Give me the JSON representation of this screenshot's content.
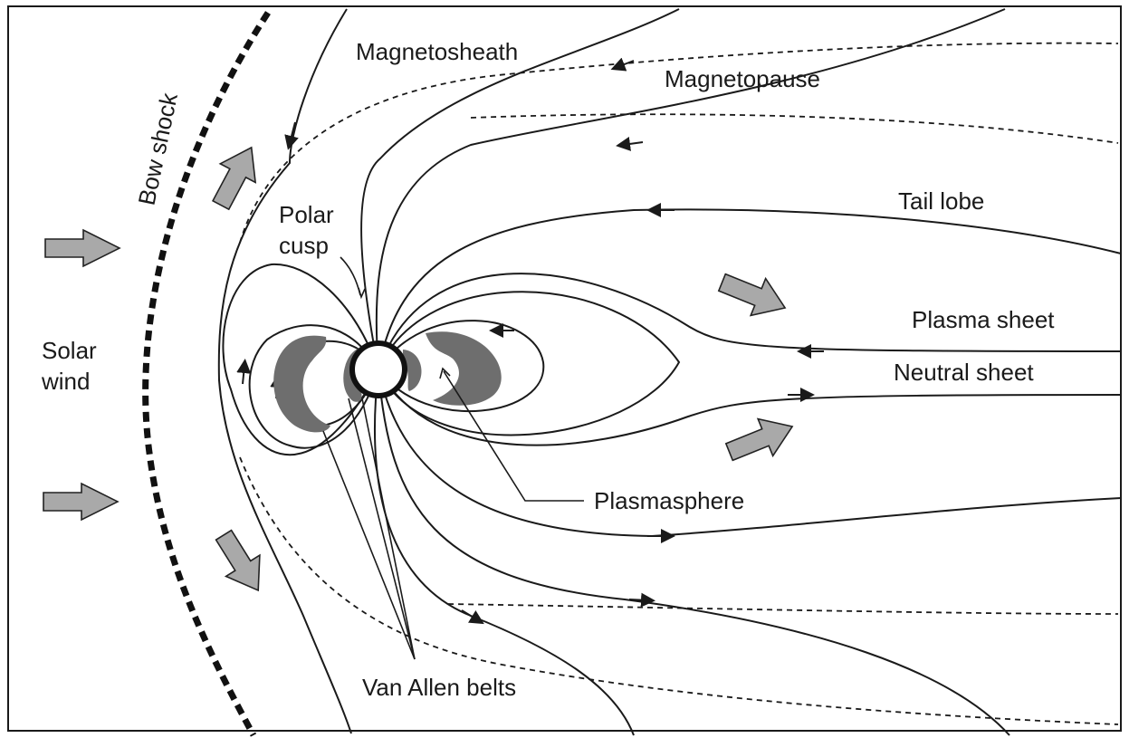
{
  "labels": {
    "bow_shock": "Bow shock",
    "magnetosheath": "Magnetosheath",
    "magnetopause": "Magnetopause",
    "tail_lobe": "Tail lobe",
    "polar_cusp_line1": "Polar",
    "polar_cusp_line2": "cusp",
    "plasma_sheet": "Plasma sheet",
    "neutral_sheet": "Neutral sheet",
    "solar_wind_line1": "Solar",
    "solar_wind_line2": "wind",
    "plasmasphere": "Plasmasphere",
    "van_allen_belts": "Van Allen belts"
  },
  "colors": {
    "line": "#1a1a1a",
    "flow_arrow_fill": "#a9a9a9",
    "belt_fill": "#6e6e6e",
    "background": "#ffffff"
  }
}
